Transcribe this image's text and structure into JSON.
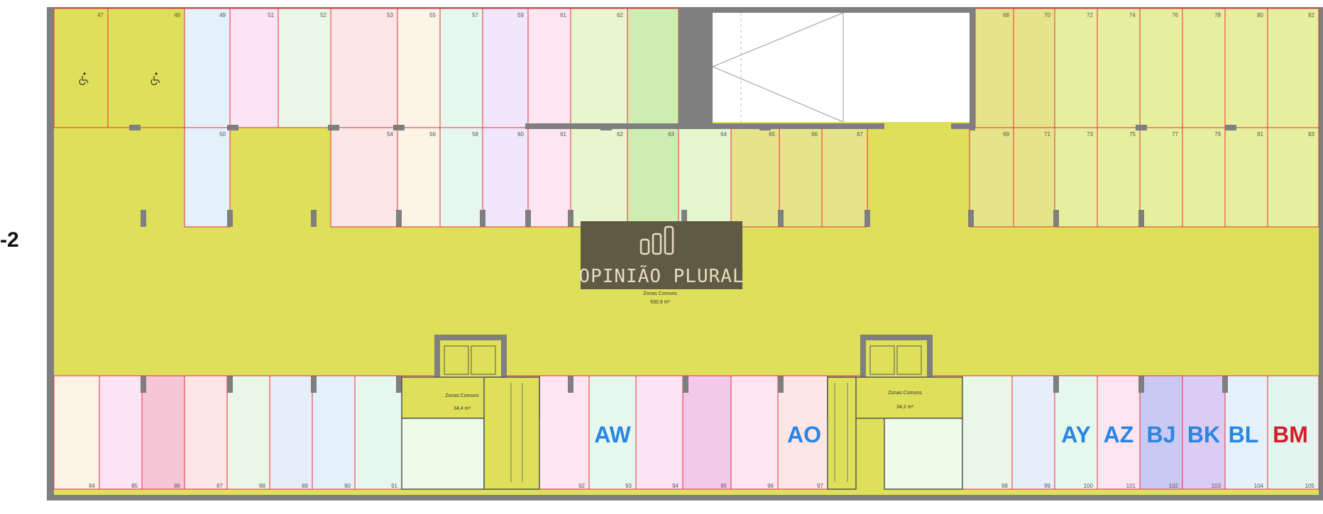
{
  "level_label": "-2",
  "watermark": {
    "text": "OPINIÃO PLURAL",
    "bg": "#5f5a44",
    "fg": "#e8dcc0"
  },
  "colors": {
    "common": "#dfe05a",
    "wall": "#7f7f7f",
    "line": "#e8303a",
    "label_blue": "#2a86e0",
    "label_red": "#d21f2a"
  },
  "common_zones": [
    {
      "name": "Zonas Comuns",
      "area": "630,9 m²"
    },
    {
      "name": "Zonas Comuns",
      "area": "34,4 m²"
    },
    {
      "name": "Zonas Comuns",
      "area": "34,2 m²"
    }
  ],
  "accessibility_icon": "wheelchair-icon",
  "spaces_top": [
    "47",
    "48",
    "49",
    "51",
    "52",
    "53",
    "55",
    "57",
    "59",
    "61",
    "62",
    "68",
    "70",
    "72",
    "74",
    "76",
    "78",
    "80",
    "82"
  ],
  "spaces_middle": [
    "50",
    "54",
    "56",
    "58",
    "60",
    "61",
    "62",
    "63",
    "64",
    "65",
    "66",
    "67",
    "69",
    "71",
    "73",
    "75",
    "77",
    "79",
    "81",
    "83"
  ],
  "spaces_bottom": [
    "84",
    "85",
    "86",
    "87",
    "88",
    "89",
    "90",
    "91",
    "92",
    "93",
    "94",
    "95",
    "96",
    "97",
    "98",
    "99",
    "100",
    "101",
    "102",
    "103",
    "104",
    "105"
  ],
  "lot_labels": [
    {
      "text": "AW",
      "color": "#2a86e0"
    },
    {
      "text": "AO",
      "color": "#2a86e0"
    },
    {
      "text": "AY",
      "color": "#2a86e0"
    },
    {
      "text": "AZ",
      "color": "#2a86e0"
    },
    {
      "text": "BJ",
      "color": "#2a86e0"
    },
    {
      "text": "BK",
      "color": "#2a86e0"
    },
    {
      "text": "BL",
      "color": "#2a86e0"
    },
    {
      "text": "BM",
      "color": "#d21f2a"
    }
  ]
}
